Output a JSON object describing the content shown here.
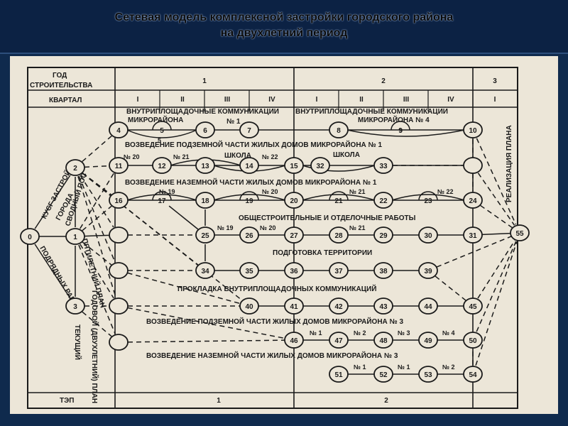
{
  "title": {
    "line1": "Сетевая модель комплексной застройки городского района",
    "line2": "на двухлетний период"
  },
  "table": {
    "year_header": "ГОД",
    "year_header2": "СТРОИТЕЛЬСТВА",
    "quarter_header": "КВАРТАЛ",
    "years": [
      "1",
      "2",
      "3"
    ],
    "quarters": [
      "I",
      "II",
      "III",
      "IV",
      "I",
      "II",
      "III",
      "IV",
      "I"
    ],
    "tep_label": "ТЭП",
    "tep_values": [
      "1",
      "2"
    ]
  },
  "activities": {
    "a1": "ВНУТРИПЛОЩАДОЧНЫЕ КОММУНИКАЦИИ",
    "a1b": "МИКРОРАЙОНА",
    "a1c": "№ 1",
    "a2": "ВНУТРИПЛОЩАДОЧНЫЕ КОММУНИКАЦИИ",
    "a2b": "МИКРОРАЙОНА № 4",
    "a3": "ВОЗВЕДЕНИЕ ПОДЗЕМНОЙ ЧАСТИ ЖИЛЫХ ДОМОВ МИКРОРАЙОНА № 1",
    "a4": "ШКОЛА",
    "a5": "ШКОЛА",
    "a6": "ВОЗВЕДЕНИЕ НАЗЕМНОЙ ЧАСТИ ЖИЛЫХ ДОМОВ МИКРОРАЙОНА № 1",
    "a7": "ОБЩЕСТРОИТЕЛЬНЫЕ И ОТДЕЛОЧНЫЕ РАБОТЫ",
    "a8": "ПОДГОТОВКА ТЕРРИТОРИИ",
    "a9": "ПРОКЛАДКА ВНУТРИПЛОЩАДОЧНЫХ КОММУНИКАЦИЙ",
    "a10": "ВОЗВЕДЕНИЕ ПОДЗЕМНОЙ ЧАСТИ ЖИЛЫХ ДОМОВ МИКРОРАЙОНА № 3",
    "a11": "ВОЗВЕДЕНИЕ НАЗЕМНОЙ ЧАСТИ ЖИЛЫХ ДОМОВ МИКРОРАЙОНА № 3",
    "left1": "КУСГ ЗАСТРОЙКИ",
    "left2": "ГОРОДА",
    "left3": "СВОДНЫЙ ПОС",
    "left4": "ПЯТИЛЕТНИЙ ПЛАН",
    "left5": "ПОДРЯДНЫХ РАБОТ",
    "left6": "ТЕКУЩИЙ",
    "left7": "ГОДОВОЙ (ДВУХЛЕТНИЙ) ПЛАН",
    "right1": "РЕАЛИЗАЦИЯ ПЛАНА"
  },
  "edge_labels": {
    "n1a": "№ 1",
    "n20": "№ 20",
    "n21": "№ 21",
    "n22": "№ 22",
    "n19": "№ 19",
    "n20b": "№ 20",
    "n21b": "№ 21",
    "n22b": "№ 22",
    "n19c": "№ 19",
    "n20c": "№ 20",
    "n21c": "№ 21",
    "m1": "№ 1",
    "m2": "№ 2",
    "m3": "№ 3",
    "m4": "№ 4",
    "k1": "№ 1",
    "k1b": "№ 1",
    "k2": "№ 2",
    "five": "5",
    "nine": "9"
  },
  "nodes": {
    "n0": "0",
    "n1": "1",
    "n2": "2",
    "n3": "3",
    "n4": "4",
    "n5": "5",
    "n6": "6",
    "n7": "7",
    "n8": "8",
    "n9": "9",
    "n10": "10",
    "n11": "11",
    "n12": "12",
    "n13": "13",
    "n14": "14",
    "n15": "15",
    "n32": "32",
    "n33": "33",
    "n16": "16",
    "n17": "17",
    "n18": "18",
    "n19": "19",
    "n20": "20",
    "n21": "21",
    "n22": "22",
    "n23": "23",
    "n24": "24",
    "n25": "25",
    "n26": "26",
    "n27": "27",
    "n28": "28",
    "n29": "29",
    "n30": "30",
    "n31": "31",
    "n34": "34",
    "n35": "35",
    "n36": "36",
    "n37": "37",
    "n38": "38",
    "n39": "39",
    "n40": "40",
    "n41": "41",
    "n42": "42",
    "n43": "43",
    "n44": "44",
    "n45": "45",
    "n46": "46",
    "n47": "47",
    "n48": "48",
    "n49": "49",
    "n50": "50",
    "n51": "51",
    "n52": "52",
    "n53": "53",
    "n54": "54",
    "n55": "55"
  },
  "colors": {
    "slide_bg": "#0f2a4d",
    "paper": "#ece6d8",
    "ink": "#1a1a1a"
  }
}
